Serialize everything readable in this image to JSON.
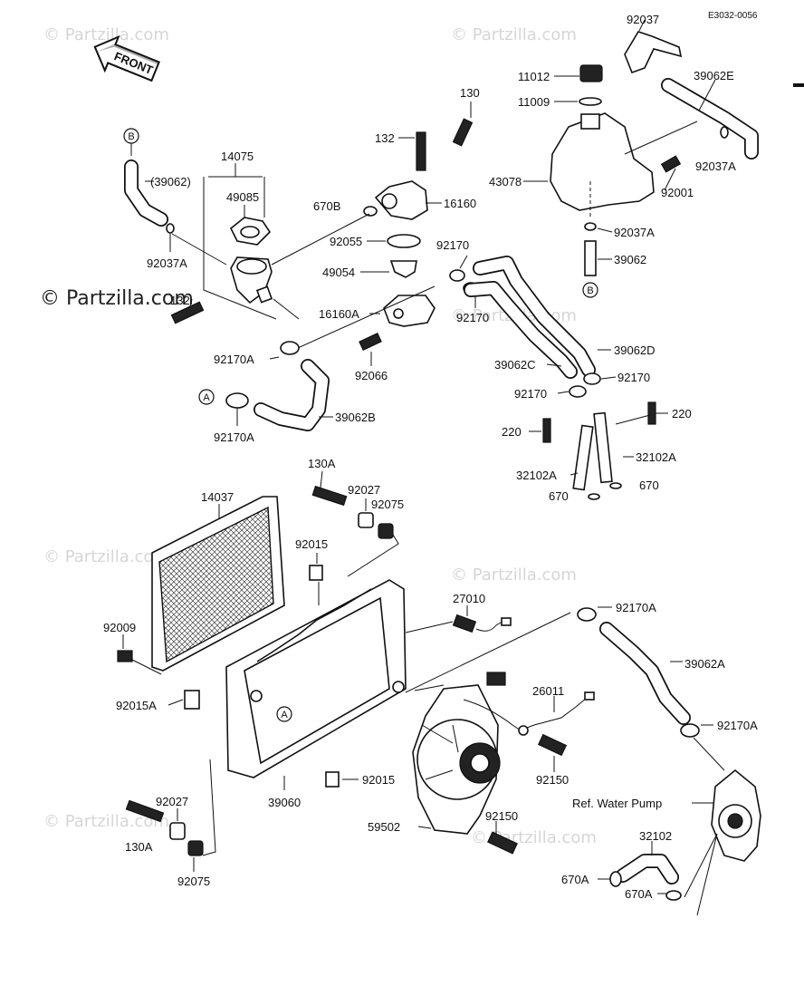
{
  "diagram_code": "E3032-0056",
  "watermark_text": "© Partzilla.com",
  "front_arrow_text": "FRONT",
  "circle_markers": {
    "a": "A",
    "b": "B"
  },
  "labels": {
    "p92037": "92037",
    "p11012": "11012",
    "p11009": "11009",
    "p130": "130",
    "p132_top": "132",
    "p43078": "43078",
    "p39062e": "39062E",
    "p92037a_r": "92037A",
    "p92001": "92001",
    "p92037a_tank": "92037A",
    "p39062_r": "39062",
    "p14075": "14075",
    "p39062_paren": "(39062)",
    "p49085": "49085",
    "p670b": "670B",
    "p16160": "16160",
    "p92055": "92055",
    "p92037a_l": "92037A",
    "p92170_th": "92170",
    "p49054": "49054",
    "p132_l": "132",
    "p16160a": "16160A",
    "p92170_th2": "92170",
    "p39062d": "39062D",
    "p92170a_1": "92170A",
    "p92066": "92066",
    "p39062c": "39062C",
    "p92170_r": "92170",
    "p92170_r2": "92170",
    "p220_r": "220",
    "p220_l": "220",
    "p92170a_2": "92170A",
    "p39062b": "39062B",
    "p32102a_r": "32102A",
    "p32102a_l": "32102A",
    "p670_r": "670",
    "p670_l": "670",
    "p130a_top": "130A",
    "p92027_top": "92027",
    "p92075_top": "92075",
    "p14037": "14037",
    "p92015_top": "92015",
    "p27010": "27010",
    "p92170a_3": "92170A",
    "p92009": "92009",
    "p39062a": "39062A",
    "p92015a": "92015A",
    "p26011": "26011",
    "p92170a_4": "92170A",
    "p92015_bot": "92015",
    "p92150_r": "92150",
    "p39060": "39060",
    "p92027_bot": "92027",
    "p_water_pump": "Ref. Water Pump",
    "p59502": "59502",
    "p92150_b": "92150",
    "p130a_bot": "130A",
    "p32102": "32102",
    "p92075_bot": "92075",
    "p670a_l": "670A",
    "p670a_r": "670A"
  }
}
